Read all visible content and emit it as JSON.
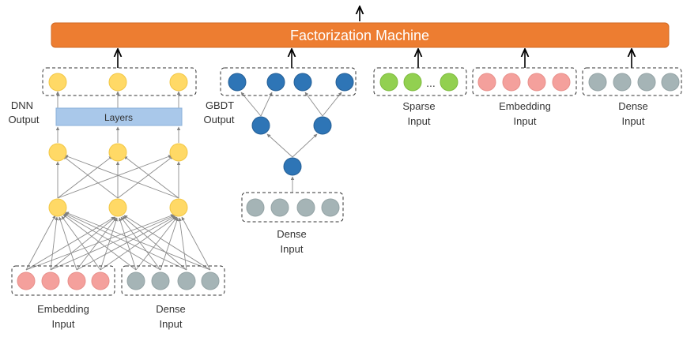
{
  "fm": {
    "title": "Factorization Machine",
    "color": "#ED7D31"
  },
  "dnn": {
    "output_label": [
      "DNN",
      "Output"
    ],
    "layers_label": "Layers",
    "node_color": "#FFD966",
    "layers_color": "#A9C8EA"
  },
  "gbdt": {
    "output_label": [
      "GBDT",
      "Output"
    ],
    "node_color": "#2E75B6"
  },
  "inputs": {
    "sparse_label": [
      "Sparse",
      "Input"
    ],
    "sparse_ellipsis": "...",
    "sparse_color": "#92D050",
    "embedding_label": [
      "Embedding",
      "Input"
    ],
    "embedding_color": "#F4A09C",
    "dense_label": [
      "Dense",
      "Input"
    ],
    "dense_color": "#A5B4B6"
  }
}
